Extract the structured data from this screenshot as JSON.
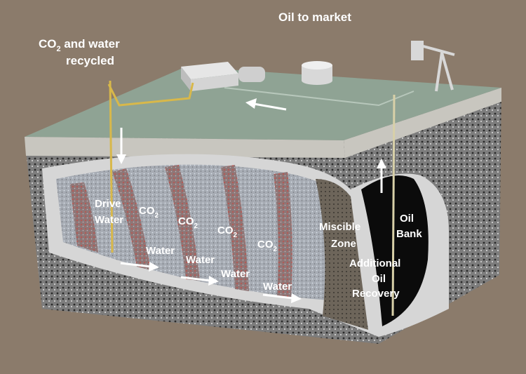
{
  "labels": {
    "co2_recycled_line1_prefix": "CO",
    "co2_recycled_line1_sub": "2",
    "co2_recycled_line1_suffix": " and water",
    "co2_recycled_line2": "recycled",
    "oil_to_market": "Oil to market",
    "drive_water_line1": "Drive",
    "drive_water_line2": "Water",
    "co2": "CO",
    "co2_sub": "2",
    "water": "Water",
    "miscible_zone_line1": "Miscible",
    "miscible_zone_line2": "Zone",
    "oil_bank_line1": "Oil",
    "oil_bank_line2": "Bank",
    "additional_oil_recovery_line1": "Additional",
    "additional_oil_recovery_line2": "Oil",
    "additional_oil_recovery_line3": "Recovery"
  },
  "colors": {
    "background": "#8b7b6b",
    "surface": "#8fa394",
    "pipe": "#d8b84a",
    "oil_bank": "#0b0b0b",
    "co2_band": "#8a5a5a"
  }
}
